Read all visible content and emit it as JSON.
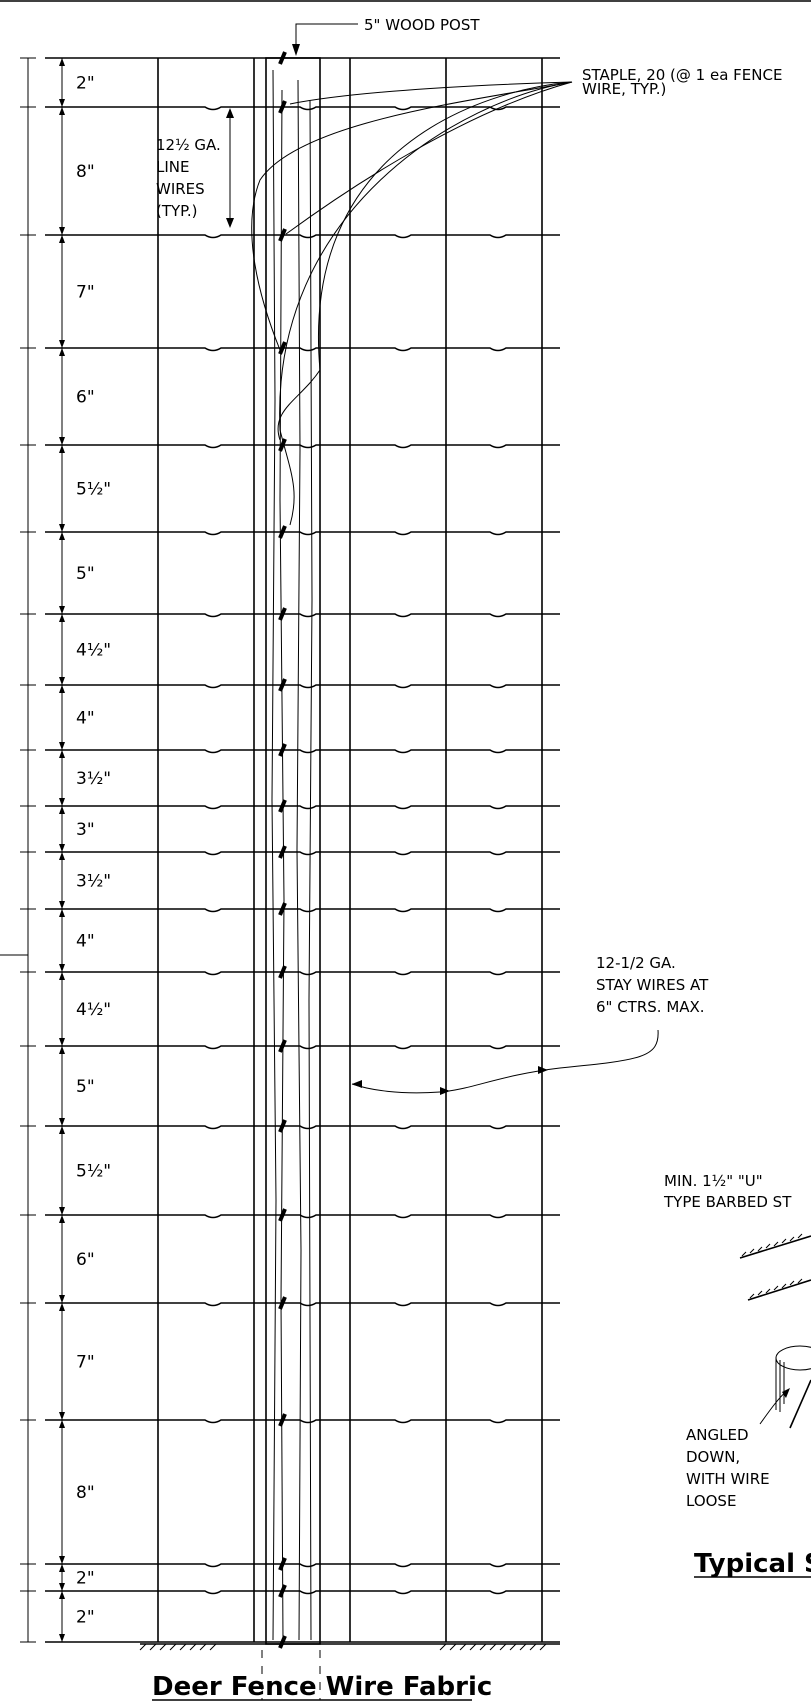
{
  "labels": {
    "wood_post": "5\" WOOD POST",
    "staple_line1": "STAPLE, 20 (@ 1 ea FENCE",
    "staple_line2": "WIRE, TYP.)",
    "line_wires_gauge": "12½  GA.",
    "line_wires_l2": "LINE",
    "line_wires_l3": "WIRES",
    "line_wires_l4": "(TYP.)",
    "stay_l1": "12-1/2 GA.",
    "stay_l2": "STAY WIRES AT",
    "stay_l3": "6\" CTRS. MAX.",
    "barbed_l1": "MIN. 1½\" \"U\"",
    "barbed_l2": "TYPE BARBED ST",
    "angled_l1": "ANGLED",
    "angled_l2": "DOWN,",
    "angled_l3": "WITH WIRE",
    "angled_l4": "LOOSE",
    "typical_title": "Typical S",
    "main_title": "Deer Fence Wire Fabric"
  },
  "spacings": [
    "2\"",
    "8\"",
    "7\"",
    "6\"",
    "5½\"",
    "5\"",
    "4½\"",
    "4\"",
    "3½\"",
    "3\"",
    "3½\"",
    "4\"",
    "4½\"",
    "5\"",
    "5½\"",
    "6\"",
    "7\"",
    "8\"",
    "2\"",
    "2\""
  ]
}
